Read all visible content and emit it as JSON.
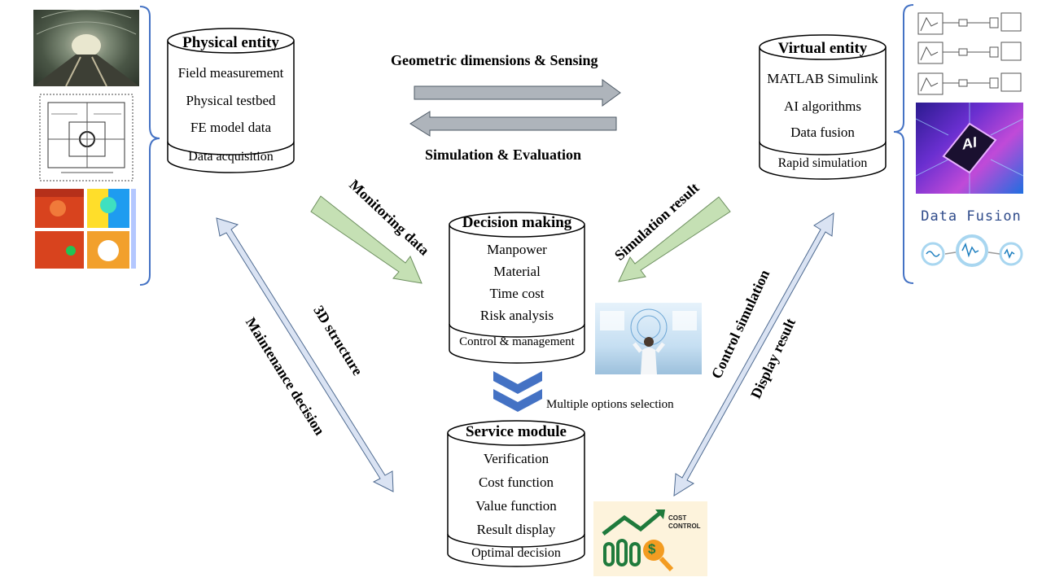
{
  "physical": {
    "title": "Physical entity",
    "items": [
      "Field measurement",
      "Physical testbed",
      "FE model data"
    ],
    "footer": "Data acquisition"
  },
  "virtual": {
    "title": "Virtual  entity",
    "items": [
      "MATLAB Simulink",
      "AI algorithms",
      "Data fusion"
    ],
    "footer": "Rapid simulation"
  },
  "decision": {
    "title": "Decision making",
    "items": [
      "Manpower",
      "Material",
      "Time cost",
      "Risk analysis"
    ],
    "footer": "Control & management"
  },
  "service": {
    "title": "Service module",
    "items": [
      "Verification",
      "Cost function",
      "Value  function",
      "Result display"
    ],
    "footer": "Optimal decision"
  },
  "arrows": {
    "top_forward": "Geometric dimensions  & Sensing",
    "top_back": "Simulation  & Evaluation",
    "monitoring": "Monitoring data",
    "simulation_result": "Simulation  result",
    "structure": "3D structure",
    "maintenance": "Maintenance decision",
    "control_sim": "Control simulation",
    "display_result": "Display result",
    "multiple": "Multiple options selection"
  },
  "images": {
    "ai_chip": "AI",
    "data_fusion": "Data Fusion",
    "cost_control": "COST CONTROL",
    "dollar": "$"
  },
  "colors": {
    "bracket": "#4472c4",
    "gray_arrow": "#aeb4bb",
    "green_arrow": "#c5e0b4",
    "blue_arrow": "#dae3f3",
    "chevron": "#4472c4"
  }
}
